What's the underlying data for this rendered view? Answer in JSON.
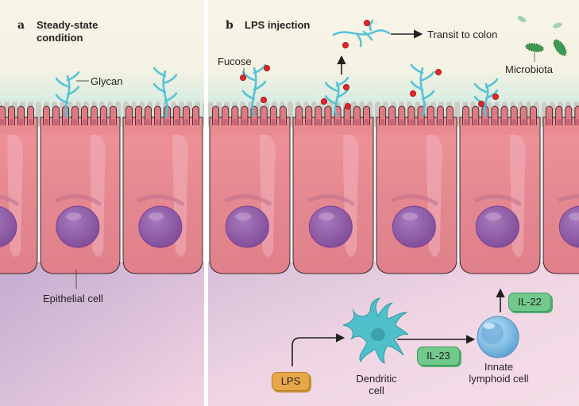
{
  "panel_a": {
    "letter": "a",
    "title_line1": "Steady-state",
    "title_line2": "condition",
    "labels": {
      "glycan": "Glycan",
      "epithelial_cell": "Epithelial cell"
    }
  },
  "panel_b": {
    "letter": "b",
    "title": "LPS injection",
    "labels": {
      "fucose": "Fucose",
      "transit": "Transit to colon",
      "microbiota": "Microbiota",
      "dendritic_line1": "Dendritic",
      "dendritic_line2": "cell",
      "ilc_line1": "Innate",
      "ilc_line2": "lymphoid cell"
    },
    "pills": {
      "lps": "LPS",
      "il23": "IL-23",
      "il22": "IL-22"
    }
  },
  "colors": {
    "lumen_top": "#f7f4e6",
    "lumen_mucus": "#cfe9df",
    "cell_fill": "#e88a8e",
    "cell_dark": "#c9646f",
    "nucleus": "#8e5aa6",
    "glycan": "#55c2d6",
    "fucose": "#e0262b",
    "lamina_left": "#c7b0d2",
    "lamina_right": "#f2d4e2",
    "microbe": "#3d9a54",
    "pill_orange": "#e8a84a",
    "pill_green": "#72c98c",
    "ilc": "#7ab8e0"
  }
}
